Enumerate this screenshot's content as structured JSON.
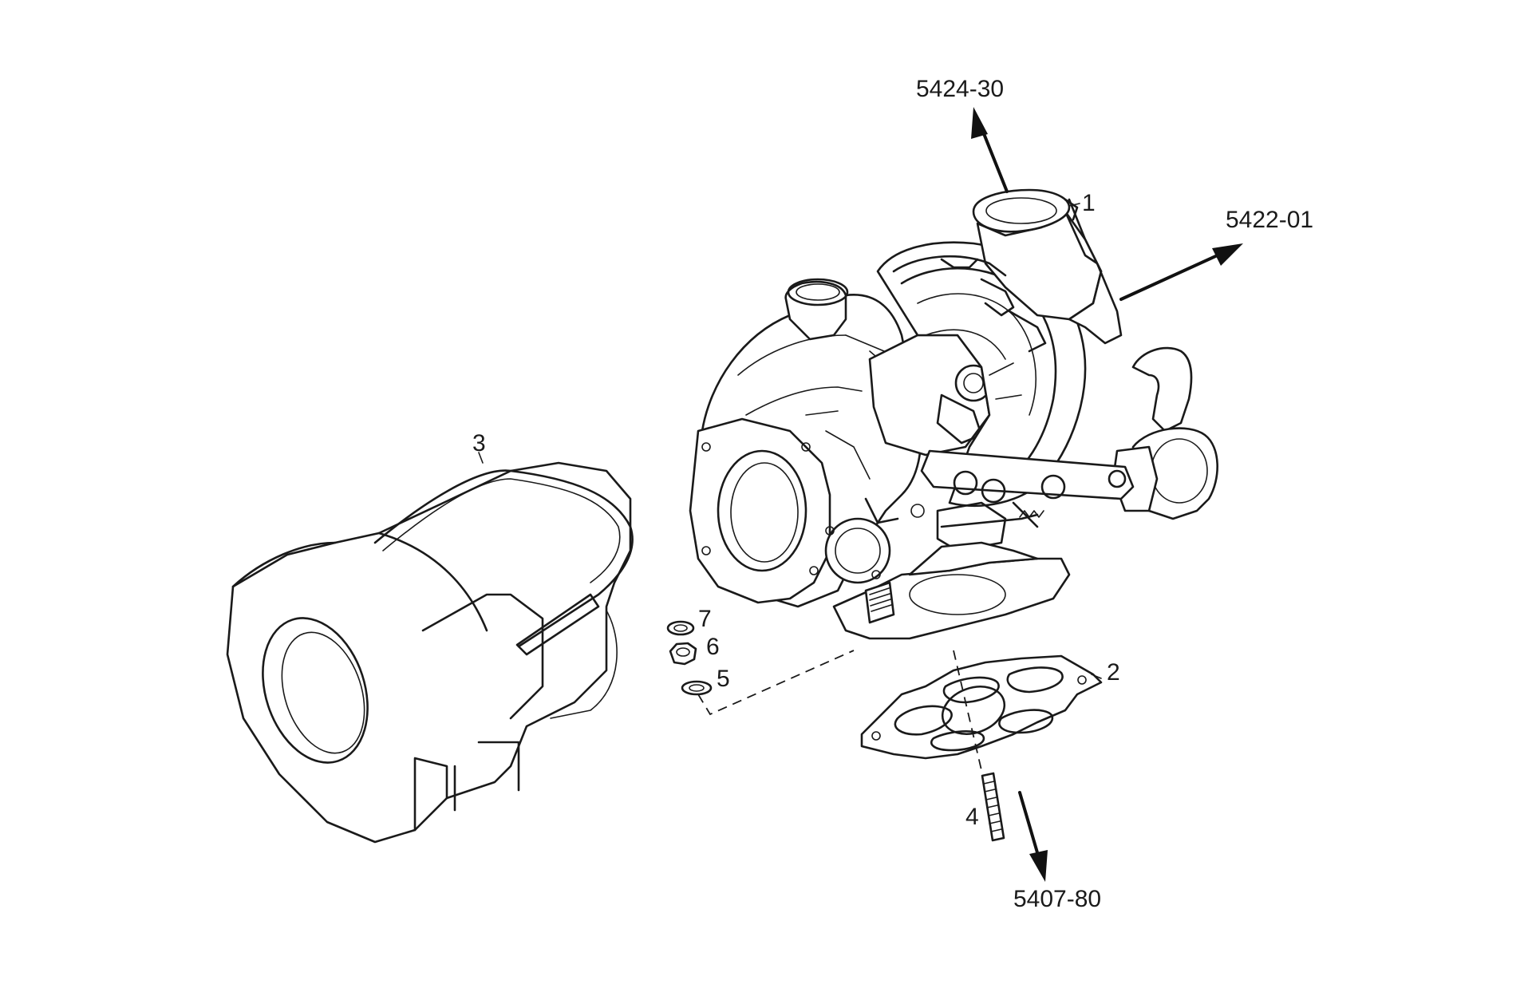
{
  "references": {
    "top": "5424-30",
    "right": "5422-01",
    "bottom": "5407-80"
  },
  "parts": {
    "p1": "1",
    "p2": "2",
    "p3": "3",
    "p4": "4",
    "p5": "5",
    "p6": "6",
    "p7": "7"
  }
}
